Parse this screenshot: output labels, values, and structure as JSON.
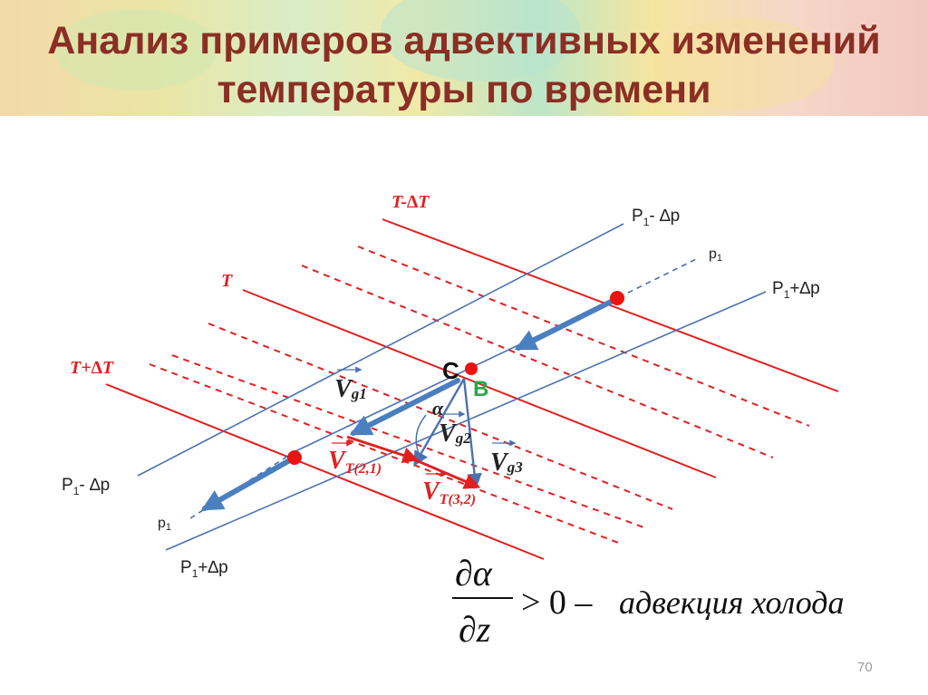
{
  "slide": {
    "title_line1": "Анализ примеров адвективных изменений",
    "title_line2": "температуры по времени",
    "page_number": "70"
  },
  "isotherms": {
    "t_minus": "T-∆T",
    "t": "T",
    "t_plus": "T+∆T"
  },
  "isobars": {
    "top_p1_minus_base": "P",
    "top_p1_minus_sub": "1",
    "top_p1_minus_rest": "- ∆p",
    "top_p1": "p",
    "top_p1_sub": "1",
    "top_p1_plus_base": "P",
    "top_p1_plus_sub": "1",
    "top_p1_plus_rest": "+∆p",
    "bottom_p1_minus_base": "P",
    "bottom_p1_minus_sub": "1",
    "bottom_p1_minus_rest": "- ∆p",
    "bottom_p1": "p",
    "bottom_p1_sub": "1",
    "bottom_p1_plus_base": "P",
    "bottom_p1_plus_sub": "1",
    "bottom_p1_plus_rest": "+∆p"
  },
  "vectors": {
    "vg1_base": "V",
    "vg1_sub": "g1",
    "vg2_base": "V",
    "vg2_sub": "g2",
    "vg3_base": "V",
    "vg3_sub": "g3",
    "vt21_base": "V",
    "vt21_sub": "T(2,1)",
    "vt32_base": "V",
    "vt32_sub": "T(3,2)",
    "point_c": "C",
    "point_b": "B",
    "angle": "α"
  },
  "formula": {
    "numerator": "∂α",
    "denominator": "∂z",
    "relation": "> 0 –",
    "text": "адвекция холода"
  },
  "colors": {
    "title": "#8b2e24",
    "isotherm": "#e02020",
    "isobar": "#4a72b0",
    "wind_arrow": "#4a7fc0",
    "point": "#ee1111",
    "b_label": "#2aa84a"
  }
}
